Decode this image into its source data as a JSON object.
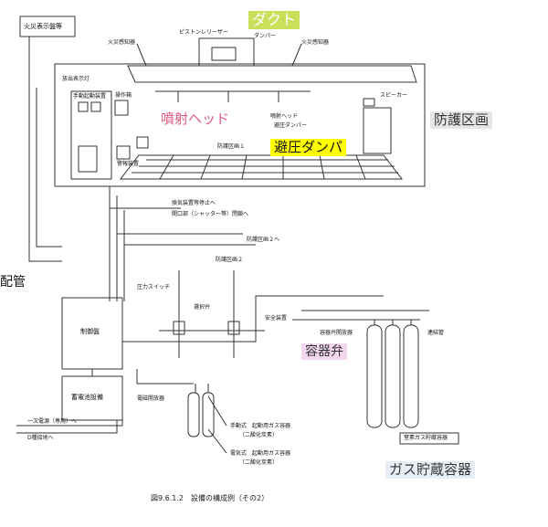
{
  "highlights": {
    "duct": "ダクト",
    "nozzle": "噴射ヘッド",
    "damper": "避圧ダンパ",
    "zone": "防護区画",
    "pipe": "配管",
    "valve": "容器弁",
    "cylinder": "ガス貯蔵容器"
  },
  "labels": {
    "fire_panel": "火災表示盤等",
    "piston_releaser": "ピストンレリーザー",
    "damper_small": "ダンパー",
    "fire_detector_left": "火災感知器",
    "fire_detector_right": "火災感知器",
    "indicator_lamp": "放出表示灯",
    "manual_box": "手動起動装置",
    "operation_box": "操作箱",
    "speaker": "スピーカー",
    "nozzle_small": "噴射ヘッド",
    "damper_small2": "避圧ダンパー",
    "zone_1": "防護区画１",
    "alarm": "警報装置",
    "to_ventilation": "換気装置等停止へ",
    "to_opening": "開口部（シャッター等）閉鎖へ",
    "to_zone_2": "防護区画２へ",
    "zone_2": "防護区画２",
    "pressure_switch": "圧力スイッチ",
    "selector_valve": "選択弁",
    "safety_device": "安全装置",
    "valve_opener": "容器弁開放器",
    "connecting_pipe": "連結管",
    "control_panel": "制御盤",
    "battery": "蓄電池設備",
    "power_line_1": "一次電源（専用）へ",
    "power_line_2": "D種接地へ",
    "solenoid": "電磁開放器",
    "manual_gas_1": "手動式　起動用ガス容器",
    "manual_gas_2": "（二酸化炭素）",
    "electric_gas_1": "電気式　起動用ガス容器",
    "electric_gas_2": "（二酸化炭素）",
    "storage_label": "窒素ガス貯蔵容器",
    "caption": "図9.6.1.2　設備の構成例（その2）"
  }
}
